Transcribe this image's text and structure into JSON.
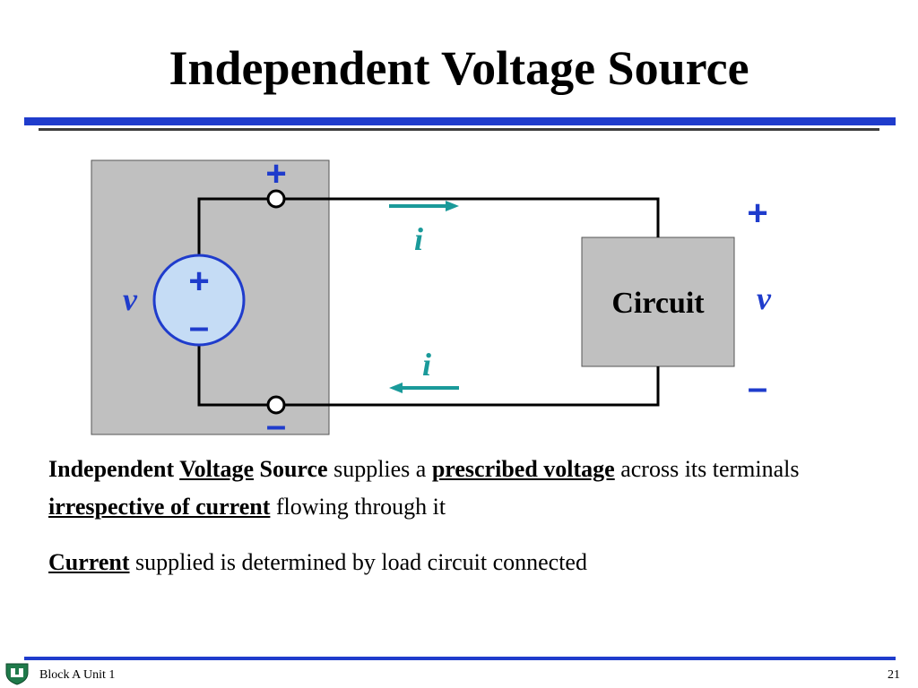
{
  "slide": {
    "title": "Independent Voltage Source"
  },
  "diagram": {
    "source_plus": "+",
    "source_minus": "–",
    "terminal_plus": "+",
    "terminal_minus": "–",
    "source_voltage": "v",
    "current_top": "i",
    "current_bottom": "i",
    "circuit_label": "Circuit",
    "load_plus": "+",
    "load_voltage": "v",
    "load_minus": "–",
    "colors": {
      "source_box": "#c0c0c0",
      "circle_fill": "#c5dcf5",
      "circle_stroke": "#1f3ccc",
      "sign_color": "#1f3ccc",
      "arrow_color": "#1a9a9a",
      "circuit_box": "#c0c0c0"
    }
  },
  "body": {
    "p1": {
      "t1": "Independent ",
      "t2": "Voltage",
      "t3": " Source",
      "t4": " supplies a ",
      "t5": "prescribed voltage",
      "t6": " across its terminals ",
      "t7": "irrespective of current",
      "t8": " flowing through it"
    },
    "p2": {
      "t1": "Current",
      "t2": " supplied is determined by load circuit connected"
    }
  },
  "footer": {
    "course": "Block A Unit 1",
    "page": "21"
  }
}
